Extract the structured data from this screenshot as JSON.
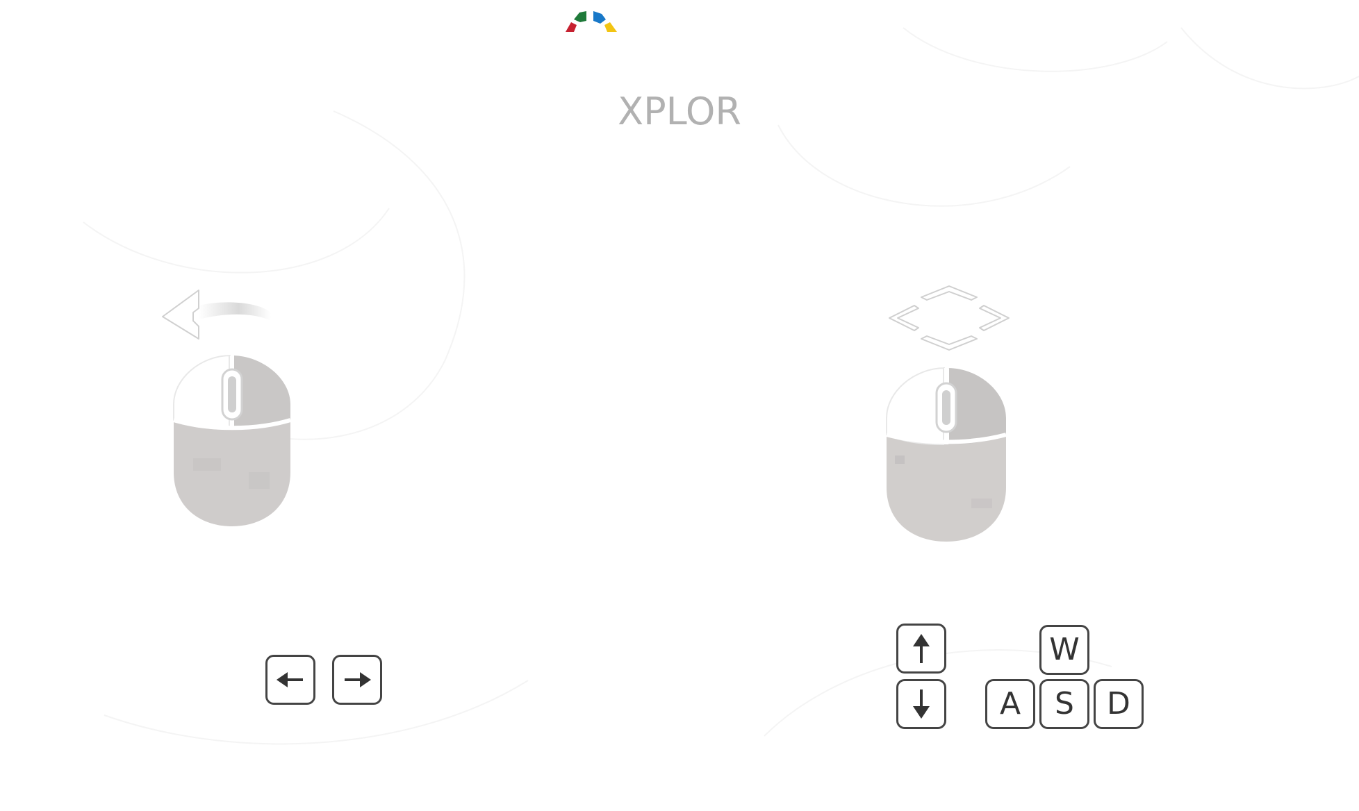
{
  "app": {
    "title": "XPLOR"
  },
  "logo": {
    "icon": "rainbow-arc-logo",
    "colors": [
      "#c62130",
      "#1f7a3a",
      "#1878c8",
      "#f2c413"
    ]
  },
  "rotate_controls": {
    "mouse_icon": "mouse-left-drag-icon",
    "gesture_icon": "rotate-arrow-icon",
    "keys": [
      {
        "name": "arrow-left",
        "label": "←"
      },
      {
        "name": "arrow-right",
        "label": "→"
      }
    ]
  },
  "move_controls": {
    "mouse_icon": "mouse-right-drag-icon",
    "gesture_icon": "move-directions-icon",
    "arrow_keys": [
      {
        "name": "arrow-up",
        "label": "↑"
      },
      {
        "name": "arrow-down",
        "label": "↓"
      }
    ],
    "letter_keys": [
      {
        "name": "w",
        "label": "W"
      },
      {
        "name": "a",
        "label": "A"
      },
      {
        "name": "s",
        "label": "S"
      },
      {
        "name": "d",
        "label": "D"
      }
    ]
  },
  "colors": {
    "title": "#b1b1b1",
    "key_border": "#444444",
    "mouse_body": "#cfcccb"
  }
}
